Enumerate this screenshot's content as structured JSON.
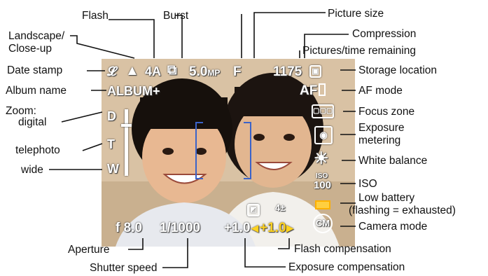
{
  "callouts": {
    "flash": "Flash",
    "burst": "Burst",
    "picture_size": "Picture size",
    "compression": "Compression",
    "landscape_line1": "Landscape/",
    "landscape_line2": "Close-up",
    "pictures_remaining": "Pictures/time remaining",
    "date_stamp": "Date stamp",
    "storage_location": "Storage location",
    "album_name": "Album name",
    "af_mode": "AF mode",
    "zoom": "Zoom:",
    "digital": "digital",
    "telephoto": "telephoto",
    "wide": "wide",
    "focus_zone": "Focus zone",
    "exposure_line1": "Exposure",
    "exposure_line2": "metering",
    "white_balance": "White balance",
    "iso": "ISO",
    "low_battery_line1": "Low battery",
    "low_battery_line2": "(flashing = exhausted)",
    "camera_mode": "Camera mode",
    "aperture": "Aperture",
    "flash_compensation": "Flash compensation",
    "shutter_speed": "Shutter speed",
    "exposure_compensation": "Exposure compensation"
  },
  "screen": {
    "picture_size_value": "5.0",
    "picture_size_unit": "MP",
    "compression_value": "F",
    "remaining_count": "1175",
    "album": "ALBUM+",
    "af_mode_value": "AF",
    "zoom_digital": "D",
    "zoom_telephoto": "T",
    "zoom_wide": "W",
    "iso_top": "ISO",
    "iso_value": "100",
    "camera_mode_value": "CM",
    "aperture_value": "f 8.0",
    "shutter_value": "1/1000",
    "exposure_comp_value": "+1.0",
    "flash_comp_value": "+1.0",
    "flash_icon_text": "4A",
    "flash_comp_icon_text": "4±"
  },
  "colors": {
    "focus_bracket": "#3b63c9",
    "flash_comp_active": "#ffd21f",
    "battery_icon": "#ffb000"
  }
}
